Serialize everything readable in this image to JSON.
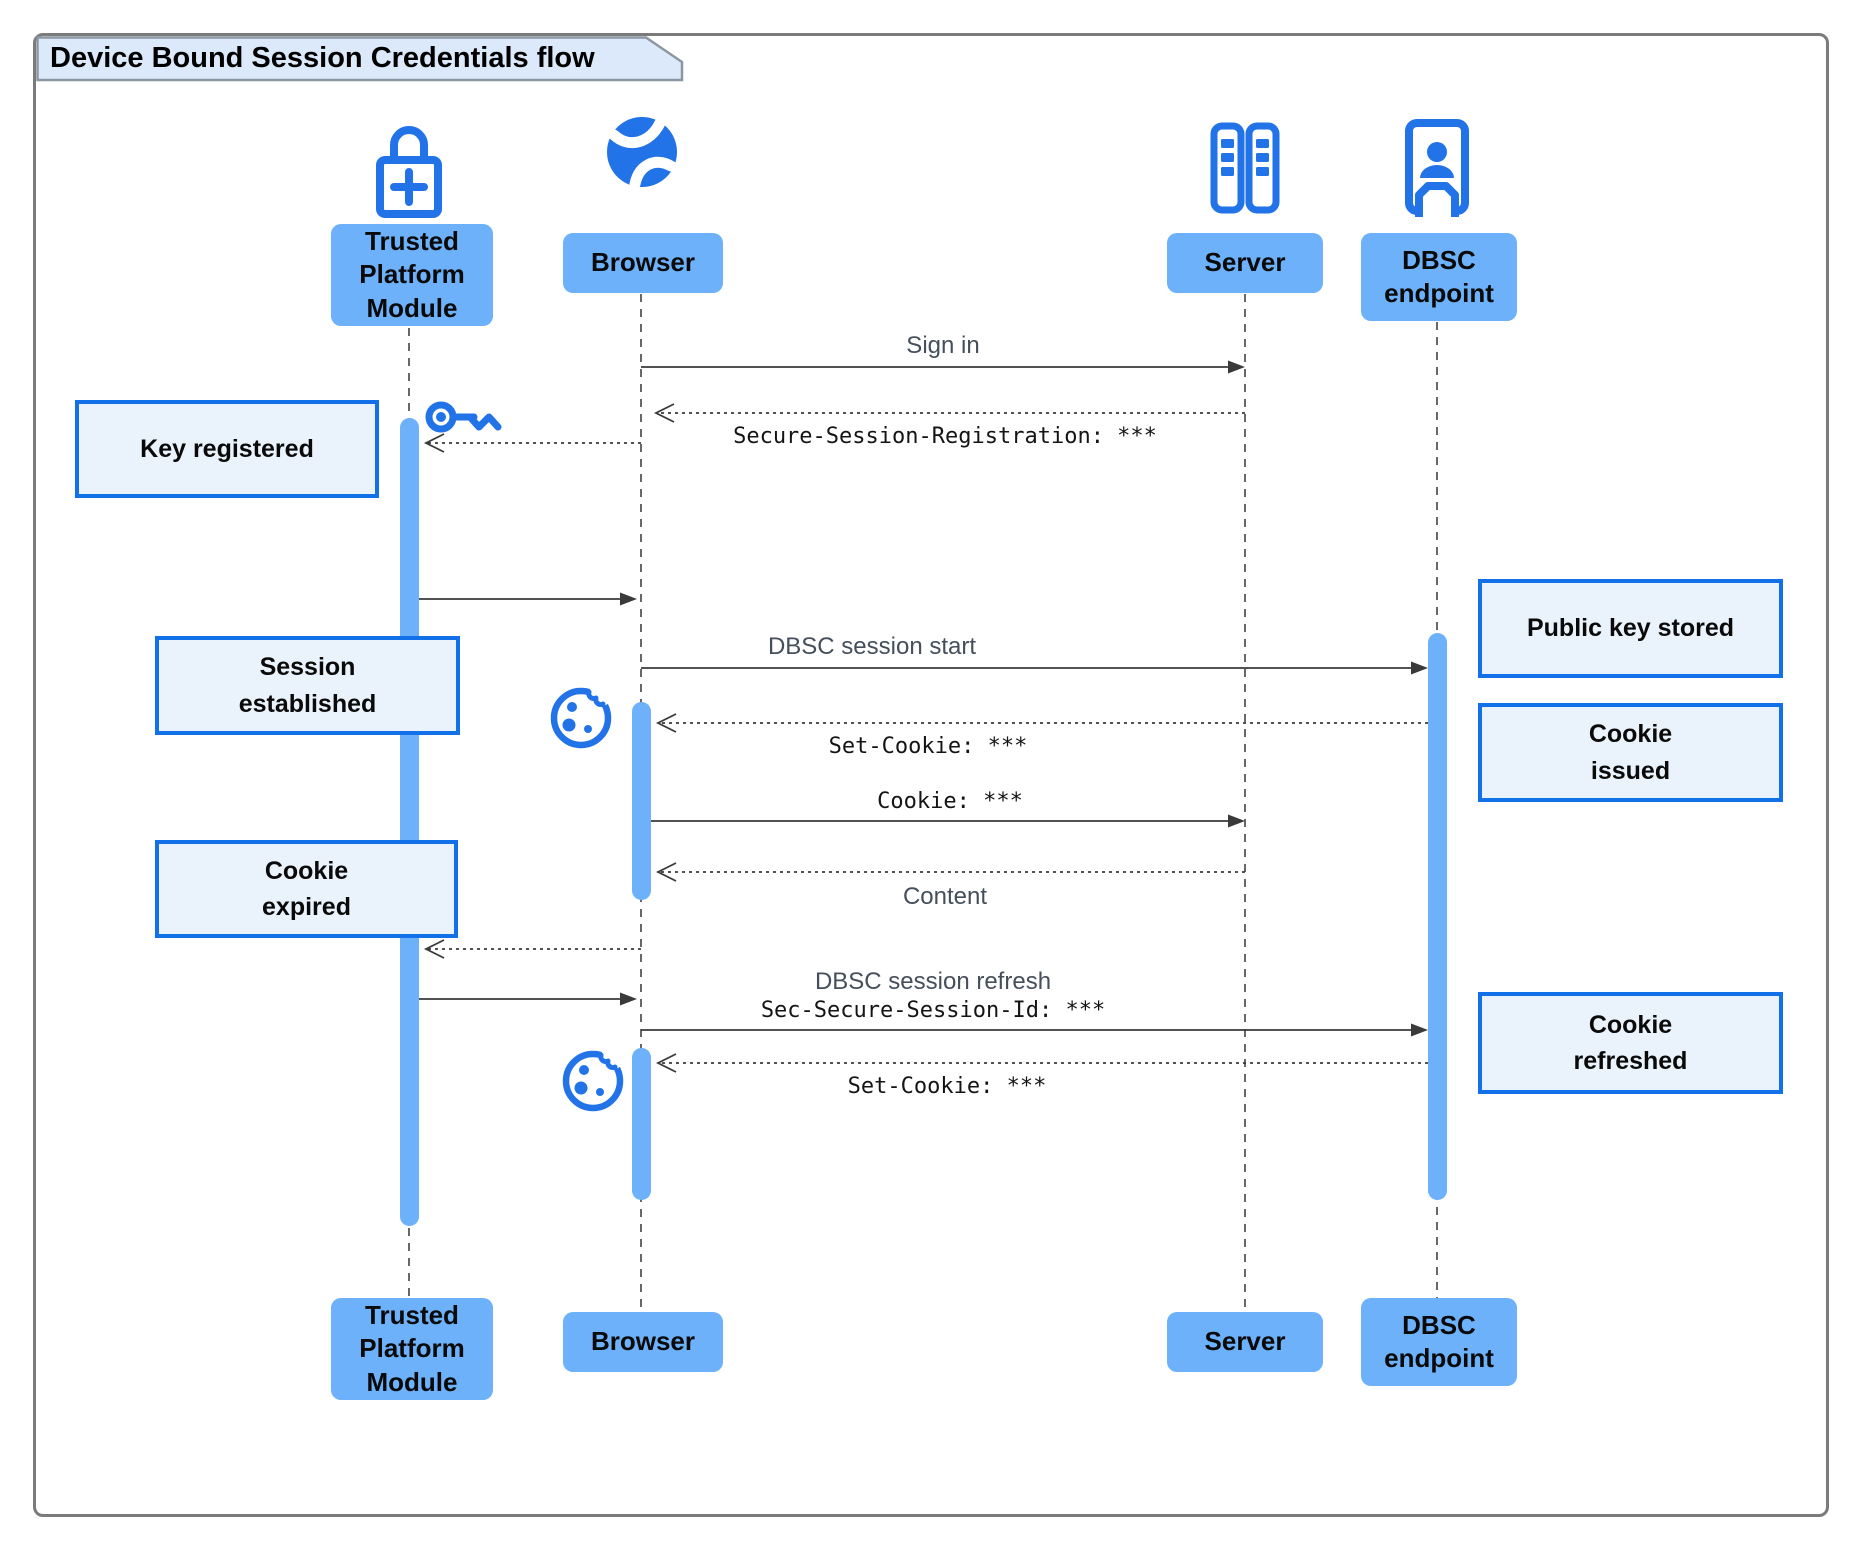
{
  "title": "Device Bound Session Credentials flow",
  "colors": {
    "icon_blue": "#2273e8",
    "actor_box_fill": "#6cb1fa",
    "activation_bar_fill": "#6cb1fa",
    "note_fill": "#eaf2fc",
    "note_border": "#1270e8",
    "title_tab_fill": "#dbe9fb",
    "frame_border": "#7b7b7b",
    "arrow_color": "#3a3a3a"
  },
  "actors": [
    {
      "id": "tpm",
      "label": "Trusted\nPlatform\nModule",
      "icon": "lock-plus-icon"
    },
    {
      "id": "browser",
      "label": "Browser",
      "icon": "globe-icon"
    },
    {
      "id": "server",
      "label": "Server",
      "icon": "server-rack-icon"
    },
    {
      "id": "dbsc",
      "label": "DBSC\nendpoint",
      "icon": "person-door-icon"
    }
  ],
  "notes": [
    {
      "id": "key_registered",
      "label": "Key registered"
    },
    {
      "id": "session_established",
      "label": "Session\nestablished"
    },
    {
      "id": "cookie_expired",
      "label": "Cookie\nexpired"
    },
    {
      "id": "public_key_stored",
      "label": "Public key stored"
    },
    {
      "id": "cookie_issued",
      "label": "Cookie\nissued"
    },
    {
      "id": "cookie_refreshed",
      "label": "Cookie\nrefreshed"
    }
  ],
  "messages": [
    {
      "id": "sign_in",
      "label": "Sign in",
      "from": "Browser",
      "to": "Server",
      "style": "solid"
    },
    {
      "id": "registration",
      "label": "Secure-Session-Registration: ***",
      "from": "Server",
      "to": "Browser",
      "style": "dashed"
    },
    {
      "id": "register_key",
      "label": "",
      "from": "Browser",
      "to": "Trusted Platform Module",
      "style": "dashed"
    },
    {
      "id": "key_ready",
      "label": "",
      "from": "Trusted Platform Module",
      "to": "Browser",
      "style": "solid"
    },
    {
      "id": "dbsc_session_start",
      "label": "DBSC session start",
      "from": "Browser",
      "to": "DBSC endpoint",
      "style": "solid"
    },
    {
      "id": "set_cookie_1",
      "label": "Set-Cookie: ***",
      "from": "DBSC endpoint",
      "to": "Browser",
      "style": "dashed"
    },
    {
      "id": "cookie",
      "label": "Cookie: ***",
      "from": "Browser",
      "to": "Server",
      "style": "solid"
    },
    {
      "id": "content",
      "label": "Content",
      "from": "Server",
      "to": "Browser",
      "style": "dashed"
    },
    {
      "id": "refresh_request_sign",
      "label": "",
      "from": "Browser",
      "to": "Trusted Platform Module",
      "style": "dashed"
    },
    {
      "id": "signature_ready",
      "label": "",
      "from": "Trusted Platform Module",
      "to": "Browser",
      "style": "solid"
    },
    {
      "id": "dbsc_session_refresh",
      "label": "DBSC session refresh",
      "label2": "Sec-Secure-Session-Id: ***",
      "from": "Browser",
      "to": "DBSC endpoint",
      "style": "solid"
    },
    {
      "id": "set_cookie_2",
      "label": "Set-Cookie: ***",
      "from": "DBSC endpoint",
      "to": "Browser",
      "style": "dashed"
    }
  ]
}
